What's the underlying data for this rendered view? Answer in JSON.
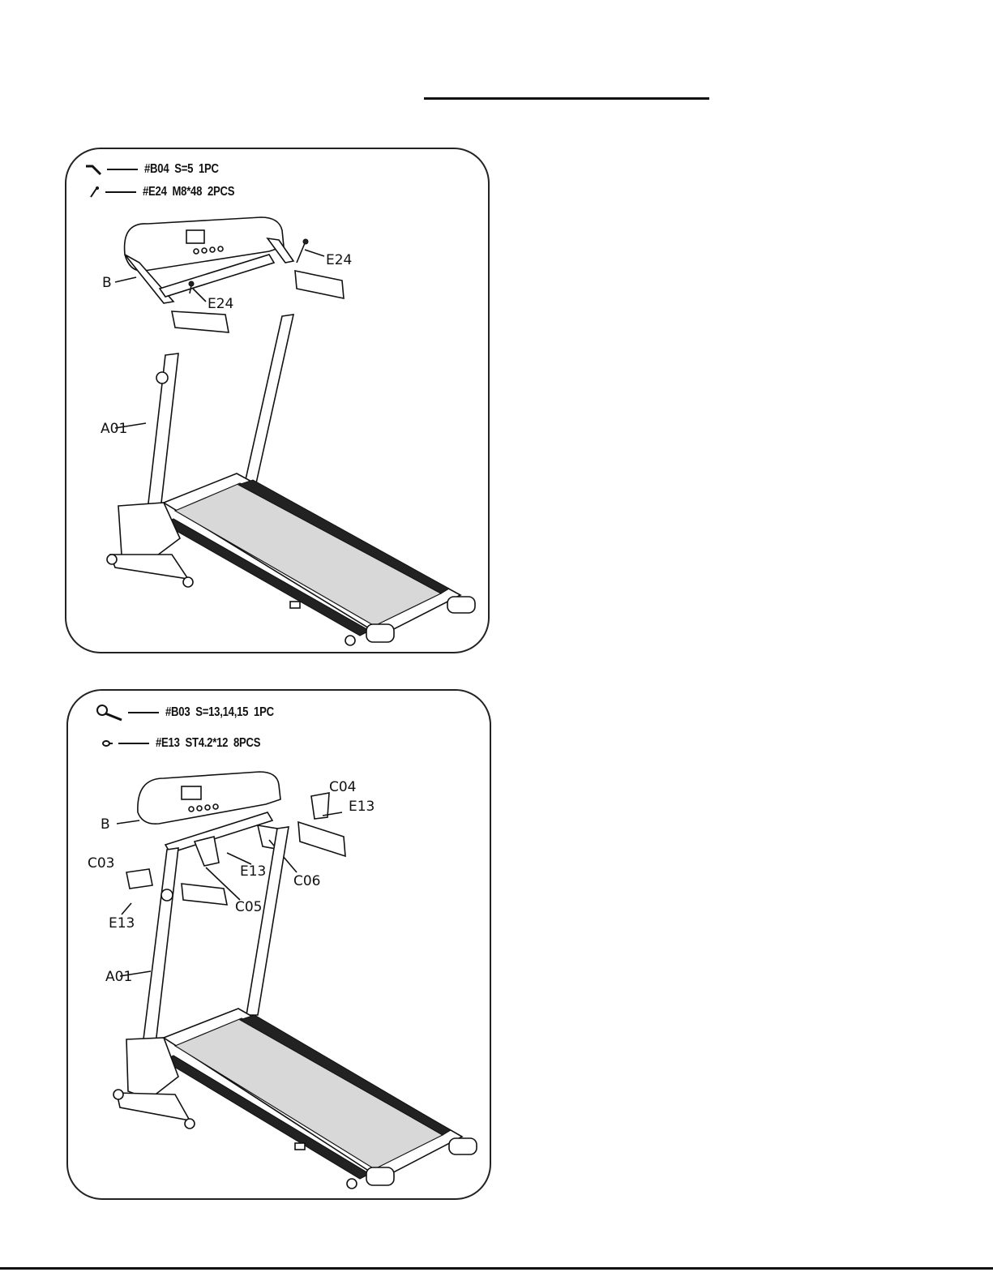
{
  "steps": [
    {
      "tools": [
        {
          "icon": "allen-key-icon",
          "code": "#B04",
          "spec": "S=5",
          "qty": "1PC"
        },
        {
          "icon": "bolt-icon",
          "code": "#E24",
          "spec": "M8*48",
          "qty": "2PCS"
        }
      ],
      "labels": {
        "b": "B",
        "e24_right": "E24",
        "e24_left": "E24",
        "a01": "A01"
      }
    },
    {
      "tools": [
        {
          "icon": "wrench-icon",
          "code": "#B03",
          "spec": "S=13,14,15",
          "qty": "1PC"
        },
        {
          "icon": "screw-icon",
          "code": "#E13",
          "spec": "ST4.2*12",
          "qty": "8PCS"
        }
      ],
      "labels": {
        "c04": "C04",
        "e13_right": "E13",
        "b": "B",
        "c03": "C03",
        "e13_mid": "E13",
        "c06": "C06",
        "e13_left": "E13",
        "c05": "C05",
        "a01": "A01"
      }
    }
  ]
}
